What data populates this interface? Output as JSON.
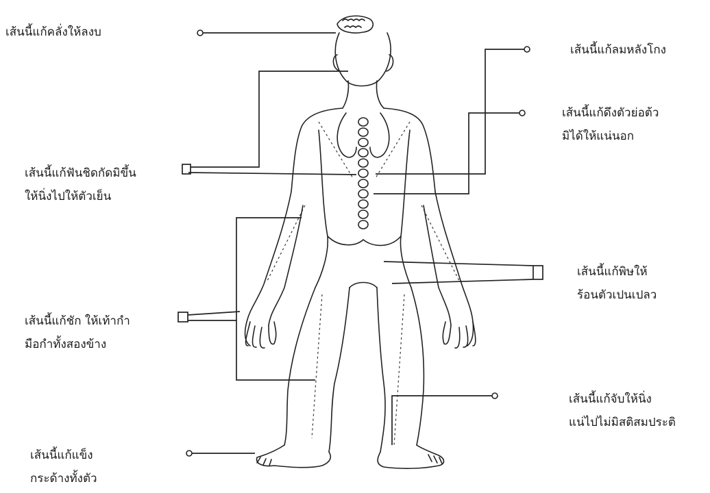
{
  "labels": {
    "l1": {
      "lines": [
        "เส้นนี้แก้คลั่งให้ลงบ"
      ]
    },
    "l2": {
      "lines": [
        "เส้นนี้แก้ลมหลังโกง"
      ]
    },
    "l3": {
      "lines": [
        "เส้นนี้แก้ดึงตัวย่อต้ว",
        "มิได้ให้แน่นอก"
      ]
    },
    "l4": {
      "lines": [
        "เส้นนี้แก้ฟันชิดกัดมิขึ้น",
        "ให้นิ่งไปให้ตัวเย็น"
      ]
    },
    "l5": {
      "lines": [
        "เส้นนี้แก้พิษให้",
        "ร้อนตัวเปนเปลว"
      ]
    },
    "l6": {
      "lines": [
        "เส้นนี้แก้ชัก ให้เท้ากำ",
        "มือกำทั้งสองข้าง"
      ]
    },
    "l7": {
      "lines": [
        "เส้นนี้แก้จับให้นิ่ง",
        "แน่ไปไม่มิสติสมประติ"
      ]
    },
    "l8": {
      "lines": [
        "เส้นนี้แก้แข็ง",
        "กระด้างทั้งตัว"
      ]
    }
  },
  "colors": {
    "ink": "#222222",
    "background": "#ffffff"
  }
}
